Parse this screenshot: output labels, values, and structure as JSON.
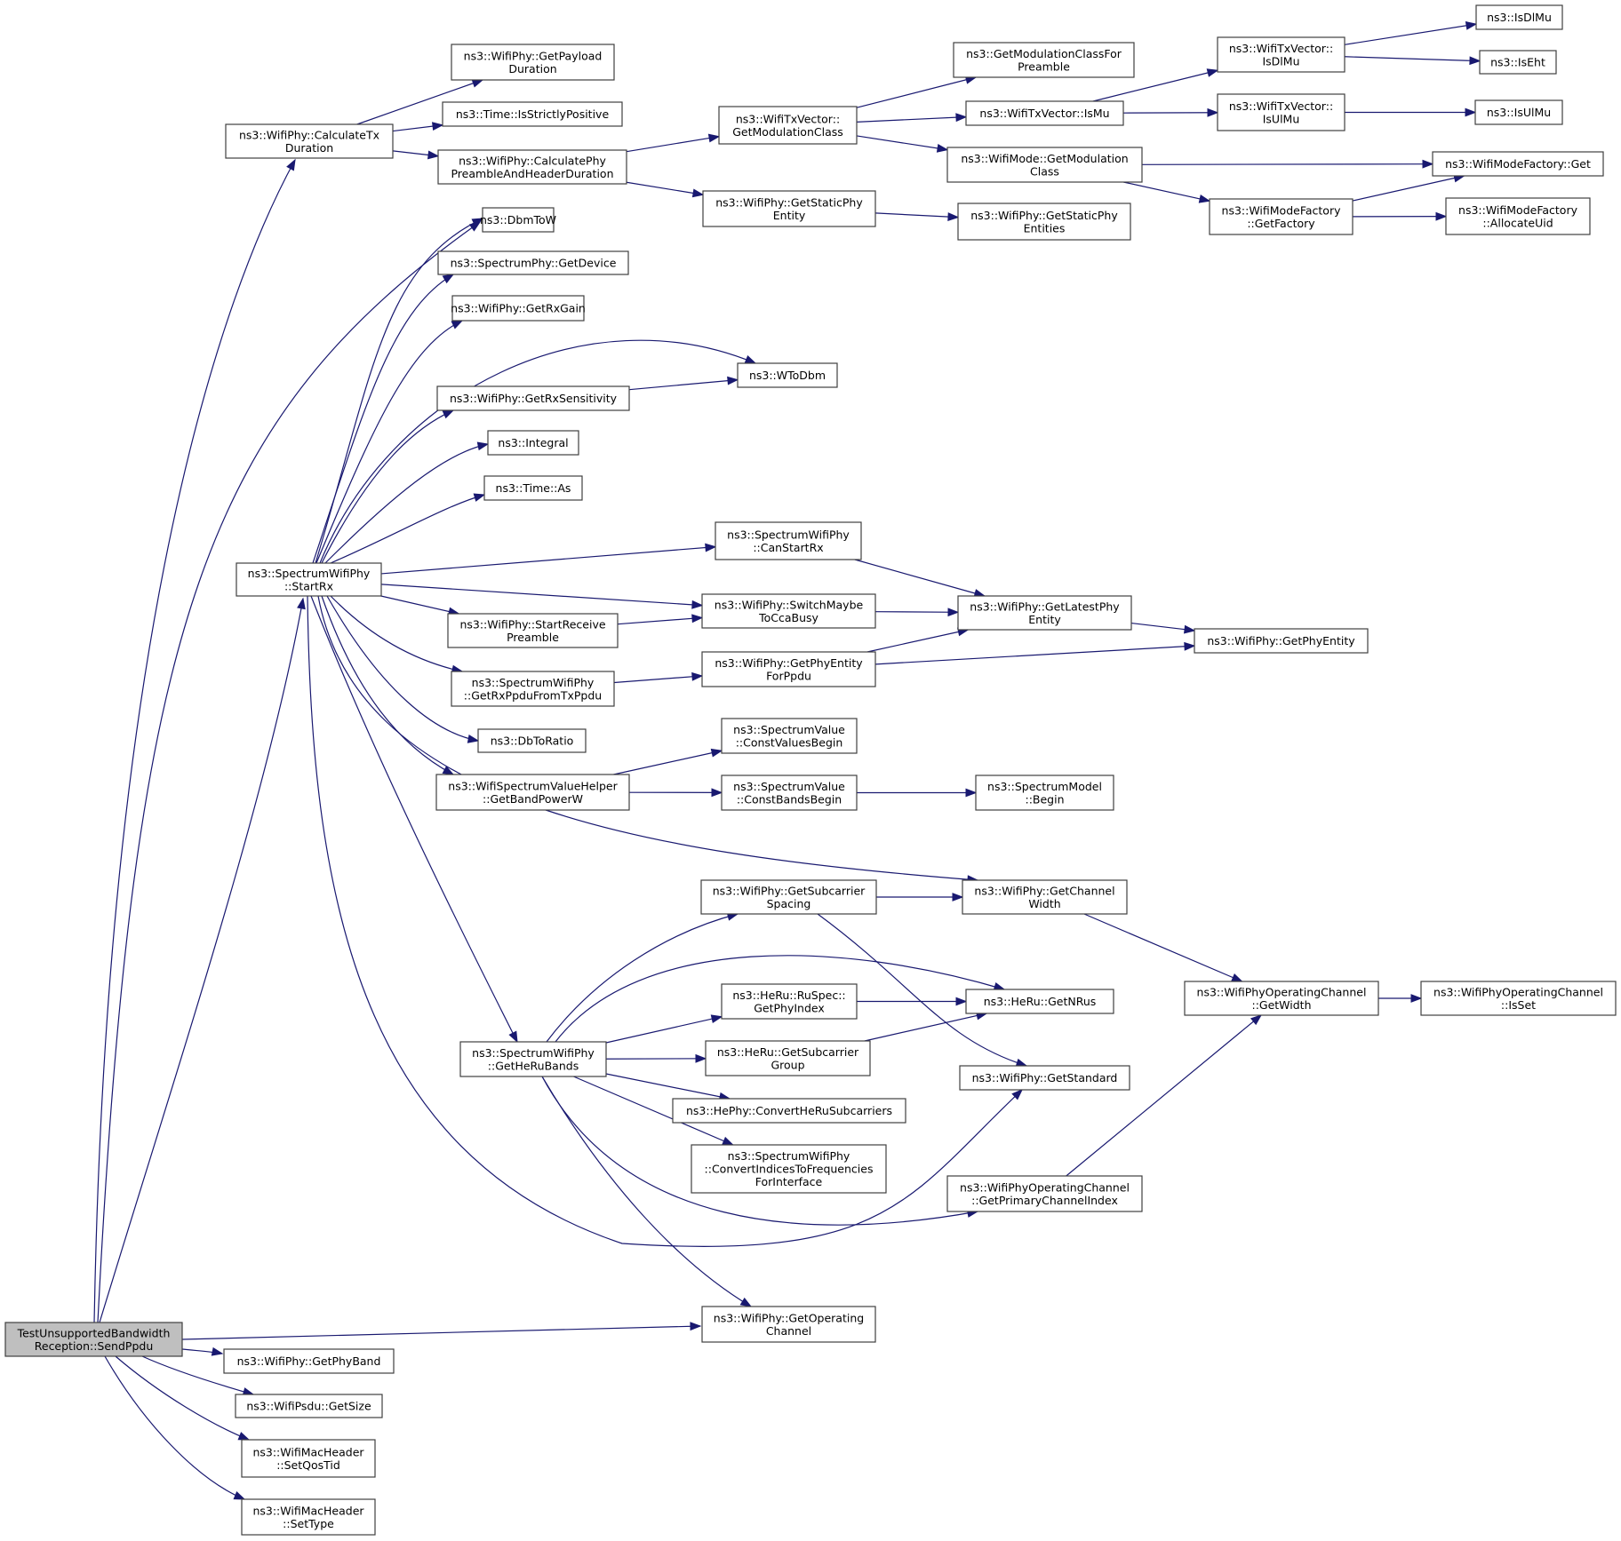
{
  "diagram": {
    "type": "call-graph",
    "colors": {
      "edge": "#191970",
      "node_border": "#404040",
      "root_fill": "#bfbfbf",
      "node_fill": "#ffffff"
    },
    "nodes": {
      "sendppdu": {
        "lines": [
          "TestUnsupportedBandwidth",
          "Reception::SendPpdu"
        ],
        "root": true
      },
      "calctx": {
        "lines": [
          "ns3::WifiPhy::CalculateTx",
          "Duration"
        ]
      },
      "startrx": {
        "lines": [
          "ns3::SpectrumWifiPhy",
          "::StartRx"
        ]
      },
      "payload": {
        "lines": [
          "ns3::WifiPhy::GetPayload",
          "Duration"
        ]
      },
      "strictpos": {
        "lines": [
          "ns3::Time::IsStrictlyPositive"
        ]
      },
      "calcphypre": {
        "lines": [
          "ns3::WifiPhy::CalculatePhy",
          "PreambleAndHeaderDuration"
        ]
      },
      "dbmtow": {
        "lines": [
          "ns3::DbmToW"
        ]
      },
      "getdevice": {
        "lines": [
          "ns3::SpectrumPhy::GetDevice"
        ]
      },
      "rxgain": {
        "lines": [
          "ns3::WifiPhy::GetRxGain"
        ]
      },
      "wtodbm": {
        "lines": [
          "ns3::WToDbm"
        ]
      },
      "rxsens": {
        "lines": [
          "ns3::WifiPhy::GetRxSensitivity"
        ]
      },
      "integral": {
        "lines": [
          "ns3::Integral"
        ]
      },
      "timeas": {
        "lines": [
          "ns3::Time::As"
        ]
      },
      "canstartrx": {
        "lines": [
          "ns3::SpectrumWifiPhy",
          "::CanStartRx"
        ]
      },
      "switchcca": {
        "lines": [
          "ns3::WifiPhy::SwitchMaybe",
          "ToCcaBusy"
        ]
      },
      "startrecvpre": {
        "lines": [
          "ns3::WifiPhy::StartReceive",
          "Preamble"
        ]
      },
      "phyentppdu": {
        "lines": [
          "ns3::WifiPhy::GetPhyEntity",
          "ForPpdu"
        ]
      },
      "rxppdu": {
        "lines": [
          "ns3::SpectrumWifiPhy",
          "::GetRxPpduFromTxPpdu"
        ]
      },
      "dbtoratio": {
        "lines": [
          "ns3::DbToRatio"
        ]
      },
      "constvals": {
        "lines": [
          "ns3::SpectrumValue",
          "::ConstValuesBegin"
        ]
      },
      "bandpower": {
        "lines": [
          "ns3::WifiSpectrumValueHelper",
          "::GetBandPowerW"
        ]
      },
      "constbands": {
        "lines": [
          "ns3::SpectrumValue",
          "::ConstBandsBegin"
        ]
      },
      "modelbegin": {
        "lines": [
          "ns3::SpectrumModel",
          "::Begin"
        ]
      },
      "latestphy": {
        "lines": [
          "ns3::WifiPhy::GetLatestPhy",
          "Entity"
        ]
      },
      "phyentity": {
        "lines": [
          "ns3::WifiPhy::GetPhyEntity"
        ]
      },
      "txvecmod": {
        "lines": [
          "ns3::WifiTxVector::",
          "GetModulationClass"
        ]
      },
      "staticphy": {
        "lines": [
          "ns3::WifiPhy::GetStaticPhy",
          "Entity"
        ]
      },
      "modforpre": {
        "lines": [
          "ns3::GetModulationClassFor",
          "Preamble"
        ]
      },
      "ismu": {
        "lines": [
          "ns3::WifiTxVector::IsMu"
        ]
      },
      "modemod": {
        "lines": [
          "ns3::WifiMode::GetModulation",
          "Class"
        ]
      },
      "staticphies": {
        "lines": [
          "ns3::WifiPhy::GetStaticPhy",
          "Entities"
        ]
      },
      "vecisdlmu": {
        "lines": [
          "ns3::WifiTxVector::",
          "IsDlMu"
        ]
      },
      "vecisulmu": {
        "lines": [
          "ns3::WifiTxVector::",
          "IsUlMu"
        ]
      },
      "isdlmu": {
        "lines": [
          "ns3::IsDlMu"
        ]
      },
      "iseht": {
        "lines": [
          "ns3::IsEht"
        ]
      },
      "isulmu": {
        "lines": [
          "ns3::IsUlMu"
        ]
      },
      "factoryget": {
        "lines": [
          "ns3::WifiModeFactory::Get"
        ]
      },
      "getfactory": {
        "lines": [
          "ns3::WifiModeFactory",
          "::GetFactory"
        ]
      },
      "allocuid": {
        "lines": [
          "ns3::WifiModeFactory",
          "::AllocateUid"
        ]
      },
      "subcarrier": {
        "lines": [
          "ns3::WifiPhy::GetSubcarrier",
          "Spacing"
        ]
      },
      "chanwidth": {
        "lines": [
          "ns3::WifiPhy::GetChannel",
          "Width"
        ]
      },
      "herubands": {
        "lines": [
          "ns3::SpectrumWifiPhy",
          "::GetHeRuBands"
        ]
      },
      "phyindex": {
        "lines": [
          "ns3::HeRu::RuSpec::",
          "GetPhyIndex"
        ]
      },
      "getnrus": {
        "lines": [
          "ns3::HeRu::GetNRus"
        ]
      },
      "subgroup": {
        "lines": [
          "ns3::HeRu::GetSubcarrier",
          "Group"
        ]
      },
      "standard": {
        "lines": [
          "ns3::WifiPhy::GetStandard"
        ]
      },
      "convheru": {
        "lines": [
          "ns3::HePhy::ConvertHeRuSubcarriers"
        ]
      },
      "convidx": {
        "lines": [
          "ns3::SpectrumWifiPhy",
          "::ConvertIndicesToFrequencies",
          "ForInterface"
        ]
      },
      "primidx": {
        "lines": [
          "ns3::WifiPhyOperatingChannel",
          "::GetPrimaryChannelIndex"
        ]
      },
      "getwidth": {
        "lines": [
          "ns3::WifiPhyOperatingChannel",
          "::GetWidth"
        ]
      },
      "isset": {
        "lines": [
          "ns3::WifiPhyOperatingChannel",
          "::IsSet"
        ]
      },
      "opchannel": {
        "lines": [
          "ns3::WifiPhy::GetOperating",
          "Channel"
        ]
      },
      "phyband": {
        "lines": [
          "ns3::WifiPhy::GetPhyBand"
        ]
      },
      "psdusize": {
        "lines": [
          "ns3::WifiPsdu::GetSize"
        ]
      },
      "setqos": {
        "lines": [
          "ns3::WifiMacHeader",
          "::SetQosTid"
        ]
      },
      "settype": {
        "lines": [
          "ns3::WifiMacHeader",
          "::SetType"
        ]
      }
    },
    "edges": [
      [
        "sendppdu",
        "calctx"
      ],
      [
        "sendppdu",
        "dbmtow"
      ],
      [
        "sendppdu",
        "startrx"
      ],
      [
        "sendppdu",
        "opchannel"
      ],
      [
        "sendppdu",
        "phyband"
      ],
      [
        "sendppdu",
        "psdusize"
      ],
      [
        "sendppdu",
        "setqos"
      ],
      [
        "sendppdu",
        "settype"
      ],
      [
        "calctx",
        "payload"
      ],
      [
        "calctx",
        "strictpos"
      ],
      [
        "calctx",
        "calcphypre"
      ],
      [
        "calcphypre",
        "txvecmod"
      ],
      [
        "calcphypre",
        "staticphy"
      ],
      [
        "txvecmod",
        "modforpre"
      ],
      [
        "txvecmod",
        "ismu"
      ],
      [
        "txvecmod",
        "modemod"
      ],
      [
        "staticphy",
        "staticphies"
      ],
      [
        "ismu",
        "vecisdlmu"
      ],
      [
        "ismu",
        "vecisulmu"
      ],
      [
        "vecisdlmu",
        "isdlmu"
      ],
      [
        "vecisdlmu",
        "iseht"
      ],
      [
        "vecisulmu",
        "isulmu"
      ],
      [
        "modemod",
        "factoryget"
      ],
      [
        "modemod",
        "getfactory"
      ],
      [
        "getfactory",
        "factoryget"
      ],
      [
        "getfactory",
        "allocuid"
      ],
      [
        "startrx",
        "dbmtow"
      ],
      [
        "startrx",
        "getdevice"
      ],
      [
        "startrx",
        "rxgain"
      ],
      [
        "startrx",
        "wtodbm"
      ],
      [
        "startrx",
        "rxsens"
      ],
      [
        "startrx",
        "integral"
      ],
      [
        "startrx",
        "timeas"
      ],
      [
        "startrx",
        "canstartrx"
      ],
      [
        "startrx",
        "switchcca"
      ],
      [
        "startrx",
        "startrecvpre"
      ],
      [
        "startrx",
        "rxppdu"
      ],
      [
        "startrx",
        "dbtoratio"
      ],
      [
        "startrx",
        "bandpower"
      ],
      [
        "startrx",
        "chanwidth"
      ],
      [
        "startrx",
        "herubands"
      ],
      [
        "startrx",
        "standard"
      ],
      [
        "rxsens",
        "wtodbm"
      ],
      [
        "canstartrx",
        "latestphy"
      ],
      [
        "switchcca",
        "latestphy"
      ],
      [
        "startrecvpre",
        "switchcca"
      ],
      [
        "rxppdu",
        "phyentppdu"
      ],
      [
        "phyentppdu",
        "latestphy"
      ],
      [
        "phyentppdu",
        "phyentity"
      ],
      [
        "latestphy",
        "phyentity"
      ],
      [
        "bandpower",
        "constvals"
      ],
      [
        "bandpower",
        "constbands"
      ],
      [
        "constbands",
        "modelbegin"
      ],
      [
        "herubands",
        "subcarrier"
      ],
      [
        "herubands",
        "getnrus"
      ],
      [
        "herubands",
        "phyindex"
      ],
      [
        "herubands",
        "subgroup"
      ],
      [
        "herubands",
        "convheru"
      ],
      [
        "herubands",
        "convidx"
      ],
      [
        "herubands",
        "primidx"
      ],
      [
        "herubands",
        "opchannel"
      ],
      [
        "subcarrier",
        "chanwidth"
      ],
      [
        "subcarrier",
        "standard"
      ],
      [
        "phyindex",
        "getnrus"
      ],
      [
        "subgroup",
        "getnrus"
      ],
      [
        "chanwidth",
        "getwidth"
      ],
      [
        "primidx",
        "getwidth"
      ],
      [
        "getwidth",
        "isset"
      ]
    ]
  }
}
